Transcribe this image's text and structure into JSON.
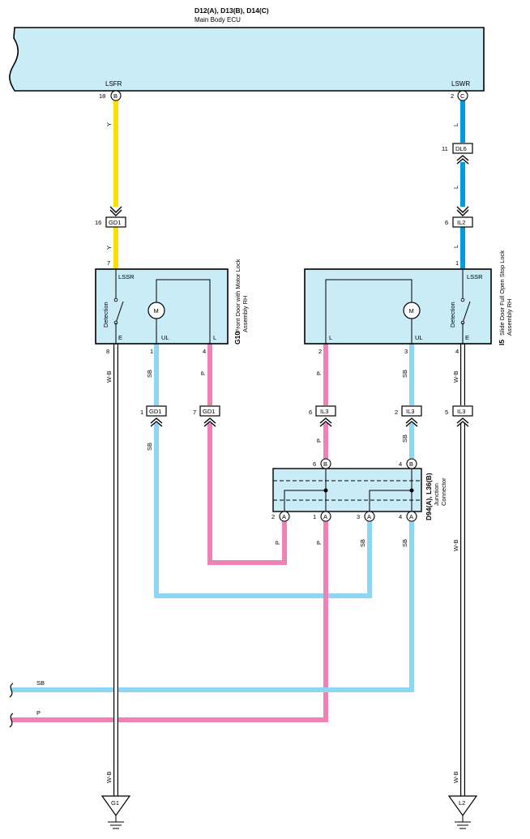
{
  "colors": {
    "Y": "#ffdd00",
    "L": "#0099dd",
    "SB": "#8dd6f4",
    "P": "#ee82b4",
    "WB": "#ffffff",
    "box_fill": "#c9ecf7"
  },
  "ecu": {
    "title": "D12(A), D13(B), D14(C)",
    "name": "Main Body ECU",
    "left_terminal": {
      "label": "LSFR",
      "pin": "18",
      "connector": "B"
    },
    "right_terminal": {
      "label": "LSWR",
      "pin": "2",
      "connector": "C"
    }
  },
  "connectors": {
    "dl6": {
      "name": "DL6",
      "pin": "11"
    },
    "il2": {
      "name": "IL2",
      "pin": "6"
    },
    "gd1_top": {
      "name": "GD1",
      "pin": "16"
    },
    "gd1_a": {
      "name": "GD1",
      "pin": "1"
    },
    "gd1_b": {
      "name": "GD1",
      "pin": "7"
    },
    "il3_a": {
      "name": "IL3",
      "pin": "6"
    },
    "il3_b": {
      "name": "IL3",
      "pin": "2"
    },
    "il3_c": {
      "name": "IL3",
      "pin": "5"
    }
  },
  "left_assy": {
    "id": "G10",
    "name_line1": "Front Door with Motor Lock",
    "name_line2": "Assembly RH",
    "top_pin": "7",
    "lssr": "LSSR",
    "detection": "Detection",
    "motor": "M",
    "t_e": "E",
    "t_ul": "UL",
    "t_l": "L",
    "pin_e": "8",
    "pin_ul": "1",
    "pin_l": "4"
  },
  "right_assy": {
    "id": "I5",
    "name_line1": "Slide Door Full Open Stop Lock",
    "name_line2": "Assembly RH",
    "top_pin": "1",
    "lssr": "LSSR",
    "detection": "Detection",
    "motor": "M",
    "t_l": "L",
    "t_ul": "UL",
    "t_e": "E",
    "pin_l": "2",
    "pin_ul": "3",
    "pin_e": "4"
  },
  "junction": {
    "id": "D94(A), L36(B)",
    "name_line1": "Junction",
    "name_line2": "Connector",
    "top_left": {
      "pin": "6",
      "conn": "B"
    },
    "top_right": {
      "pin": "4",
      "conn": "B"
    },
    "bottom": [
      {
        "pin": "2",
        "conn": "A"
      },
      {
        "pin": "1",
        "conn": "A"
      },
      {
        "pin": "3",
        "conn": "A"
      },
      {
        "pin": "4",
        "conn": "A"
      }
    ]
  },
  "wire_labels": {
    "y": "Y",
    "l": "L",
    "sb": "SB",
    "p": "P",
    "wb": "W-B"
  },
  "grounds": {
    "left": "G1",
    "right": "L2"
  }
}
